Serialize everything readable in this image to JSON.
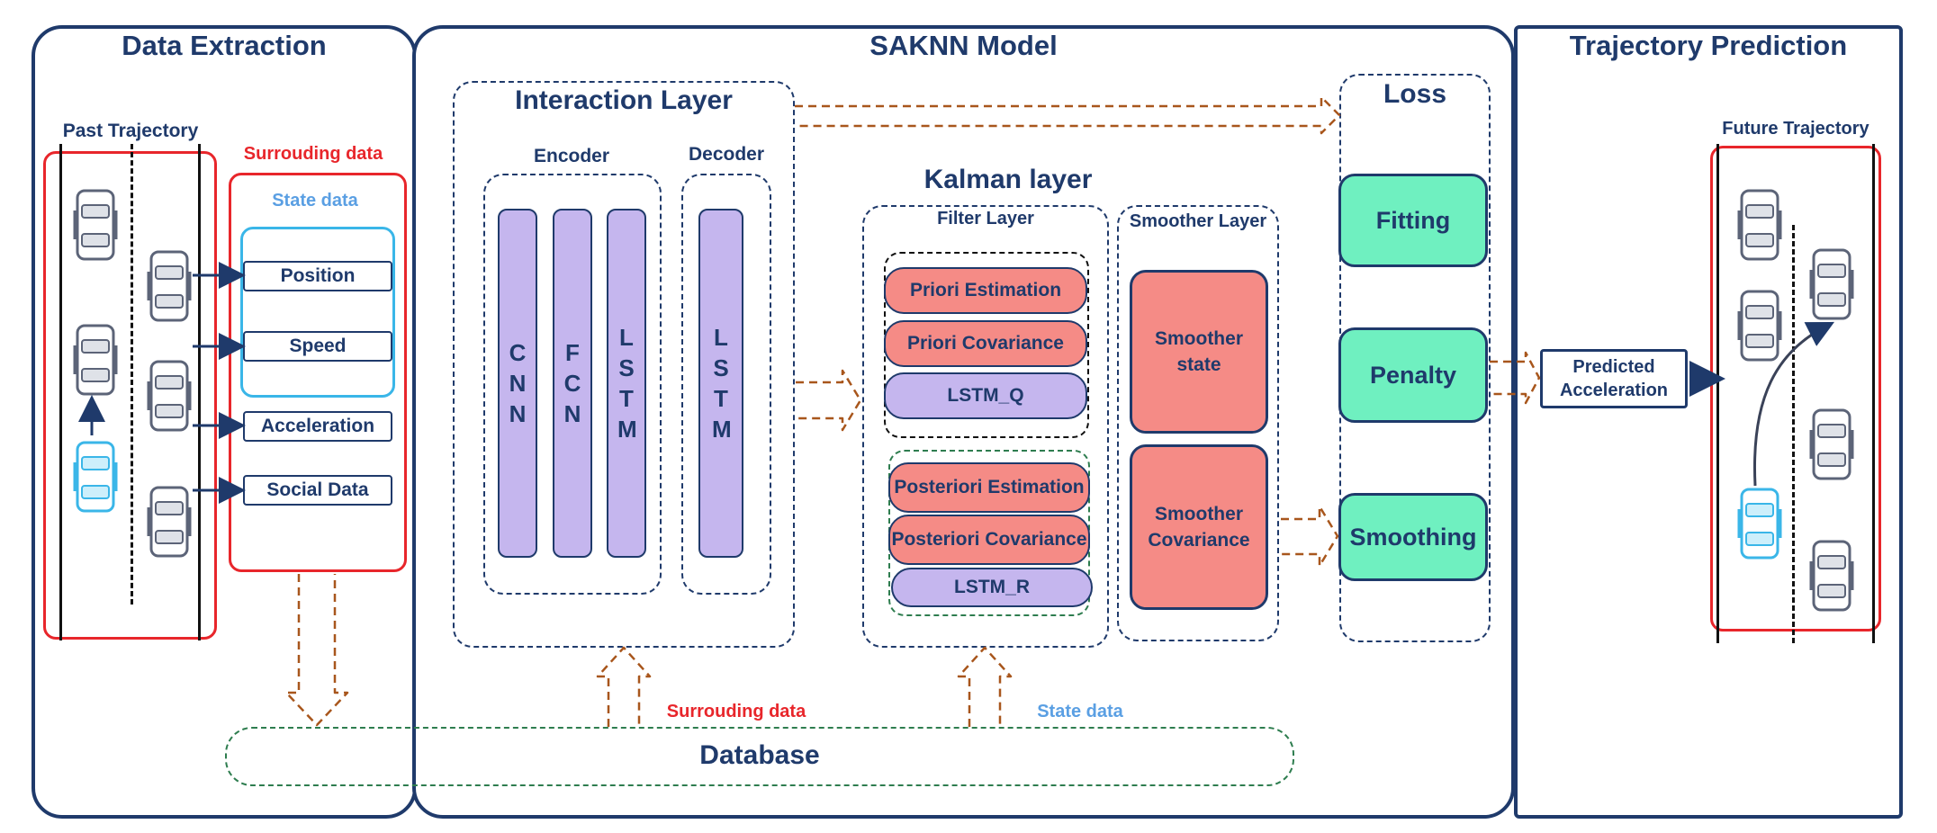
{
  "panels": {
    "data_extraction": "Data Extraction",
    "saknn_model": "SAKNN Model",
    "trajectory_prediction": "Trajectory Prediction"
  },
  "data_extraction": {
    "past_trajectory": "Past Trajectory",
    "surrounding_data": "Surrouding data",
    "state_data": "State data",
    "features": [
      "Position",
      "Speed",
      "Acceleration",
      "Social Data"
    ]
  },
  "interaction_layer": {
    "title": "Interaction Layer",
    "encoder": "Encoder",
    "decoder": "Decoder",
    "encoder_columns": [
      "C N N",
      "F C N",
      "L S T M"
    ],
    "decoder_columns": [
      "L S T M"
    ]
  },
  "kalman_layer": {
    "title": "Kalman layer",
    "filter_layer": "Filter Layer",
    "smoother_layer": "Smoother Layer",
    "priori_estimation": "Priori Estimation",
    "priori_covariance": "Priori Covariance",
    "lstm_q": "LSTM_Q",
    "posteriori_estimation": "Posteriori Estimation",
    "posteriori_covariance": "Posteriori Covariance",
    "lstm_r": "LSTM_R",
    "smoother_state": "Smoother state",
    "smoother_covariance": "Smoother Covariance"
  },
  "loss": {
    "title": "Loss",
    "fitting": "Fitting",
    "penalty": "Penalty",
    "smoothing": "Smoothing"
  },
  "database": {
    "label": "Database",
    "surrounding_data": "Surrouding data",
    "state_data": "State data"
  },
  "prediction": {
    "predicted_acceleration": "Predicted Acceleration",
    "future_trajectory": "Future Trajectory"
  },
  "colors": {
    "navy": "#1f3a6b",
    "red_outline": "#e8262b",
    "cyan": "#3ab6e8",
    "state_blue": "#5a9fe3",
    "purple": "#c5b6ee",
    "salmon": "#f58b86",
    "mint": "#6ff0c0",
    "orange_arrow": "#a8561c",
    "db_green": "#2e7d4f"
  }
}
